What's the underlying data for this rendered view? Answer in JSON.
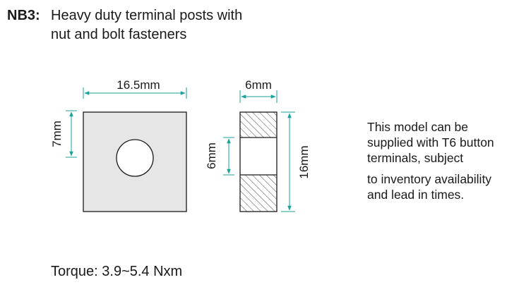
{
  "header": {
    "code": "NB3:",
    "title_line1": "Heavy duty terminal posts with",
    "title_line2": "nut and bolt fasteners"
  },
  "front_view": {
    "width_label": "16.5mm",
    "height_label": "7mm"
  },
  "side_view": {
    "width_label": "6mm",
    "hole_label": "6mm",
    "height_label": "16mm"
  },
  "note": {
    "line1": "This model can be",
    "line2": "supplied with T6 button",
    "line3": "terminals, subject",
    "line4": "to inventory availability",
    "line5": "and lead in times."
  },
  "torque": "Torque: 3.9~5.4 Nxm",
  "colors": {
    "dimension_line": "#1aa39a",
    "part_fill": "#e6e6e6",
    "outline": "#1a1a1a"
  }
}
